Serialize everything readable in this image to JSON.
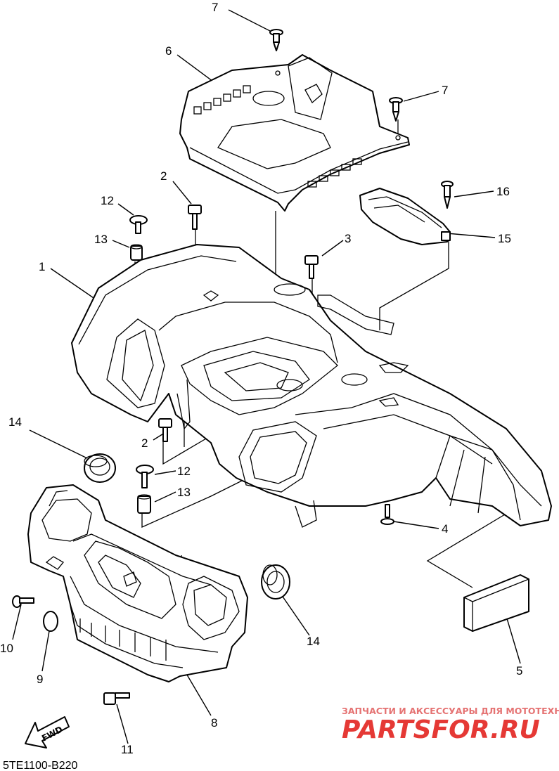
{
  "diagram": {
    "document_code": "5TE1100-B220",
    "fwd_label": "FWD",
    "watermark": {
      "tagline": "ЗАПЧАСТИ И АКСЕССУАРЫ ДЛЯ МОТОТЕХНИКИ",
      "logo": "PARTSFOR.RU"
    },
    "callouts": [
      "7",
      "6",
      "7",
      "16",
      "2",
      "12",
      "13",
      "3",
      "15",
      "1",
      "14",
      "2",
      "12",
      "13",
      "4",
      "10",
      "9",
      "11",
      "8",
      "14",
      "5"
    ]
  }
}
